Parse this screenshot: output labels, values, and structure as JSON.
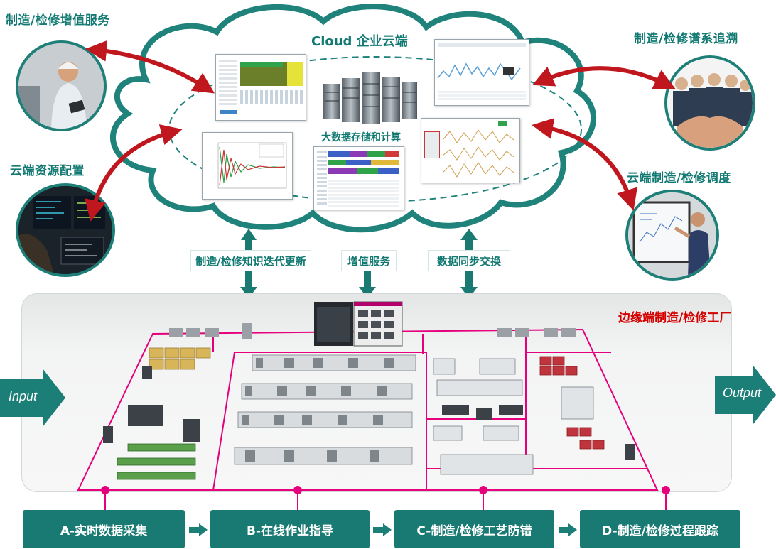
{
  "cloud": {
    "title": "Cloud 企业云端",
    "center_label": "大数据存储和计算"
  },
  "corner_labels": {
    "top_left": "制造/检修增值服务",
    "mid_left": "云端资源配置",
    "top_right": "制造/检修谱系追溯",
    "mid_right": "云端制造/检修调度"
  },
  "flow_labels": {
    "left": "制造/检修知识迭代更新",
    "middle": "增值服务",
    "right": "数据同步交换"
  },
  "factory": {
    "title": "边缘端制造/检修工厂",
    "input_label": "Input",
    "output_label": "Output"
  },
  "steps": [
    {
      "label": "A-实时数据采集"
    },
    {
      "label": "B-在线作业指导"
    },
    {
      "label": "C-制造/检修工艺防错"
    },
    {
      "label": "D-制造/检修过程跟踪"
    }
  ],
  "colors": {
    "teal": "#187a72",
    "red_arrow": "#c0161d",
    "magenta": "#e6007e",
    "factory_title": "#d40000"
  }
}
